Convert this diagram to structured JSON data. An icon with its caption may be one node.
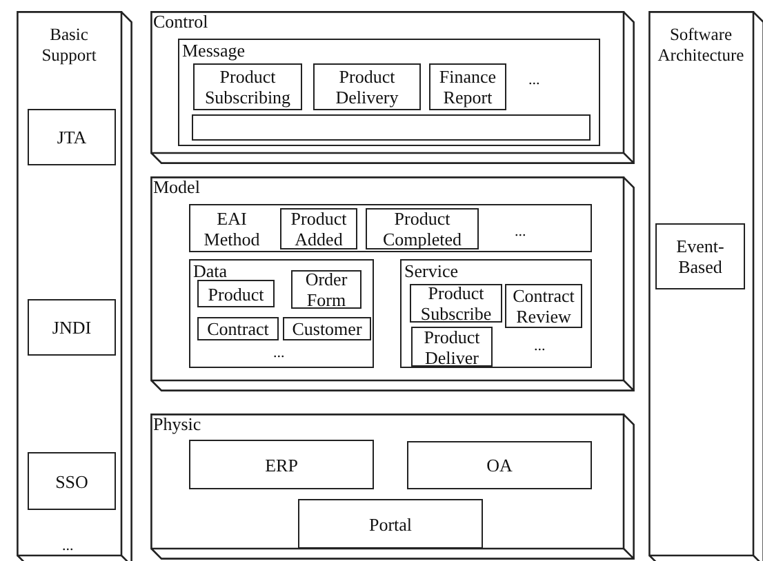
{
  "diagram": {
    "nodes": [
      {
        "text": [
          "Basic Support"
        ]
      },
      {
        "text": [
          "JTA"
        ],
        "in": 0
      },
      {
        "text": [
          "JNDI"
        ],
        "in": 0
      },
      {
        "text": [
          "SSO"
        ],
        "in": 0
      },
      {
        "text": [
          "Control"
        ]
      },
      {
        "text": [
          "Message"
        ],
        "in": 4
      },
      {
        "text": [
          "Product Subscribing"
        ],
        "in": 5
      },
      {
        "text": [
          "Product Delivery"
        ],
        "in": 5
      },
      {
        "text": [
          "Finance Report"
        ],
        "in": 5
      },
      {
        "text": [],
        "shape": "bar",
        "in": 5
      },
      {
        "text": [
          "Model"
        ]
      },
      {
        "text": [
          "EAI Method"
        ],
        "in": 10
      },
      {
        "text": [
          "Product Added"
        ],
        "in": 11
      },
      {
        "text": [
          "Product Completed"
        ],
        "in": 11
      },
      {
        "text": [
          "Data"
        ],
        "in": 10
      },
      {
        "text": [
          "Product"
        ],
        "in": 14
      },
      {
        "text": [
          "Order Form"
        ],
        "in": 14
      },
      {
        "text": [
          "Contract"
        ],
        "in": 14
      },
      {
        "text": [
          "Customer"
        ],
        "in": 14
      },
      {
        "text": [
          "Service"
        ],
        "in": 10
      },
      {
        "text": [
          "Product Subscribe"
        ],
        "in": 19
      },
      {
        "text": [
          "Contract Review"
        ],
        "in": 19
      },
      {
        "text": [
          "Product Deliver"
        ],
        "in": 19
      },
      {
        "text": [
          "Physic"
        ]
      },
      {
        "text": [
          "ERP"
        ],
        "in": 23
      },
      {
        "text": [
          "OA"
        ],
        "in": 23
      },
      {
        "text": [
          "Portal"
        ],
        "in": 23
      },
      {
        "text": [
          "Software Architecture"
        ]
      },
      {
        "text": [
          "Event- Based"
        ],
        "in": 27
      }
    ],
    "labels": [
      "...",
      "...",
      "...",
      "...",
      "..."
    ]
  }
}
